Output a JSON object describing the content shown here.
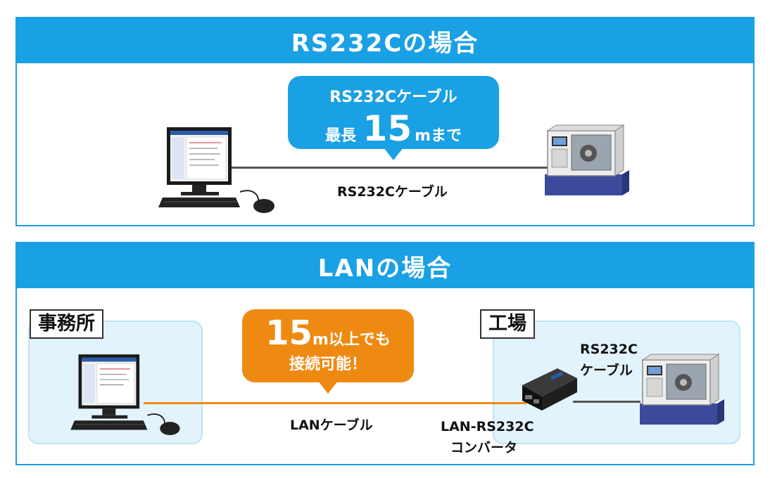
{
  "rs232c_panel": {
    "title": "RS232Cの場合",
    "bubble": {
      "line1": "RS232Cケーブル",
      "prefix": "最長",
      "number": "15",
      "suffix": "mまで"
    },
    "cable_label": "RS232Cケーブル"
  },
  "lan_panel": {
    "title": "LANの場合",
    "office_label": "事務所",
    "factory_label": "工場",
    "bubble": {
      "number": "15",
      "line1_rest": "m以上でも",
      "line2": "接続可能！"
    },
    "lan_cable_label": "LANケーブル",
    "converter_label_1": "LAN-RS232C",
    "converter_label_2": "コンバータ",
    "rs_cable_label_1": "RS232C",
    "rs_cable_label_2": "ケーブル"
  },
  "colors": {
    "accent_blue": "#1aa0e4",
    "accent_orange": "#ee8a12",
    "zone_bg": "#e2f3fb",
    "machine_base": "#3b4a9a"
  },
  "icons": [
    "desktop-pc-icon",
    "cnc-machine-icon",
    "converter-device-icon",
    "mouse-icon"
  ]
}
